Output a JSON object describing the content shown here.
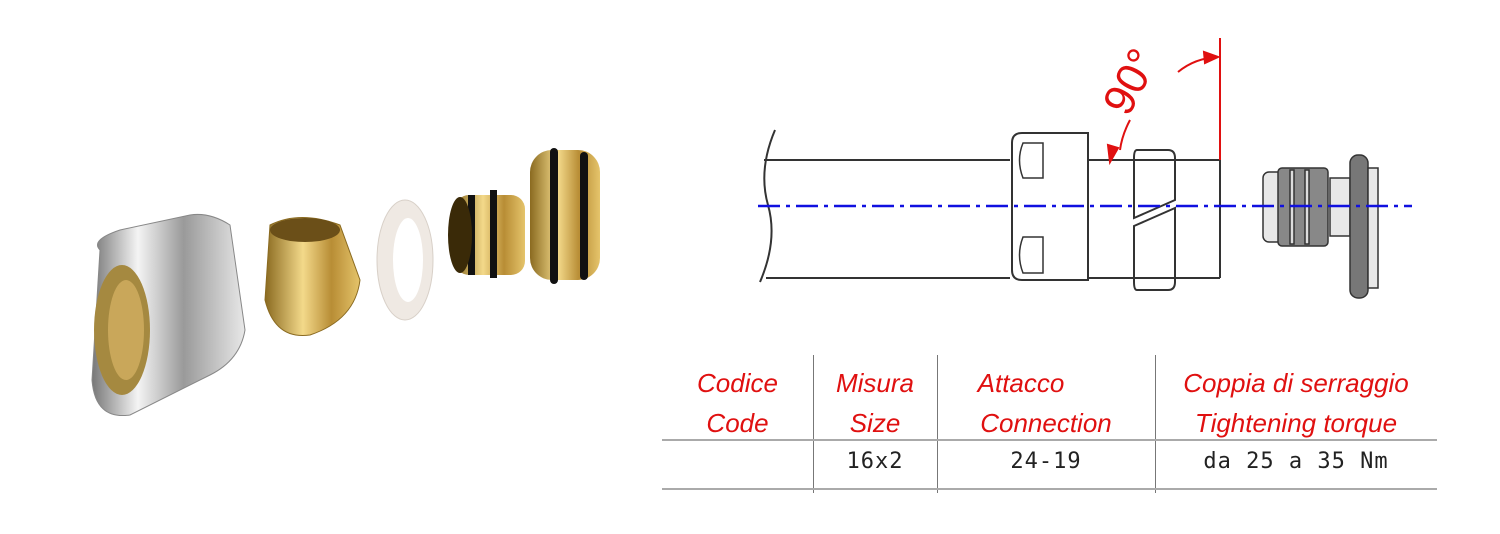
{
  "drawing": {
    "angle_label": "90°",
    "colors": {
      "dimension": "#e01010",
      "centerline": "#1010e0",
      "outline": "#333333"
    }
  },
  "photo": {
    "parts": [
      "chrome-nut",
      "brass-olive",
      "white-washer",
      "brass-insert"
    ]
  },
  "table": {
    "headers": [
      {
        "it": "Codice",
        "en": "Code"
      },
      {
        "it": "Misura",
        "en": "Size"
      },
      {
        "it": "Attacco",
        "en": "Connection"
      },
      {
        "it": "Coppia di serraggio",
        "en": "Tightening torque"
      }
    ],
    "row": [
      "",
      "16x2",
      "24-19",
      "da 25 a 35 Nm"
    ],
    "header_color": "#e01010"
  }
}
